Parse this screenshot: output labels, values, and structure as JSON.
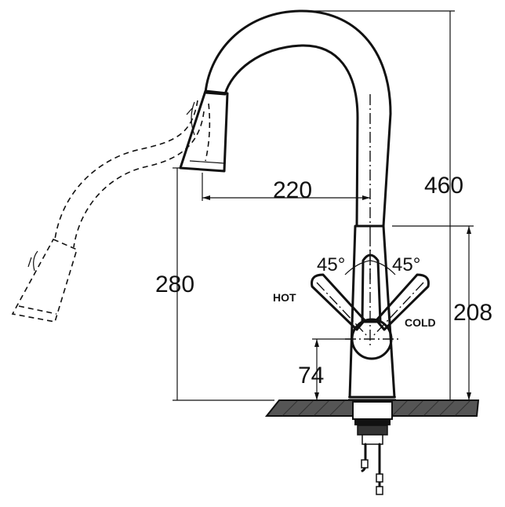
{
  "dimensions": {
    "total_height": "460",
    "spout_reach": "220",
    "spout_clearance": "280",
    "lever_height": "208",
    "base_to_lever": "74"
  },
  "lever": {
    "hot_label": "HOT",
    "cold_label": "COLD",
    "hot_angle": "45°",
    "cold_angle": "45°"
  }
}
